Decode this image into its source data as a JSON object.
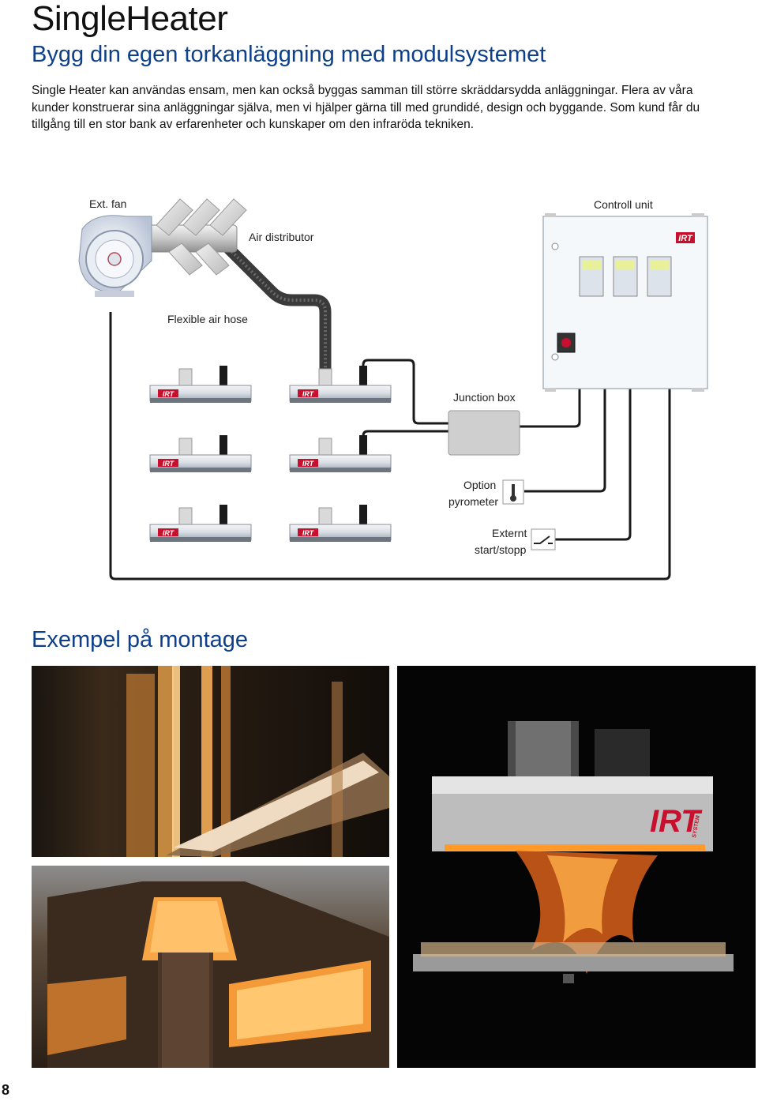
{
  "page": {
    "title": "SingleHeater",
    "subtitle": "Bygg din egen torkanläggning med modulsystemet",
    "intro": "Single Heater kan användas ensam, men kan också byggas samman till större skräddarsydda anläggningar. Flera av våra kunder konstruerar sina anläggningar själva, men vi hjälper gärna till med grundidé, design och byggande. Som kund får du tillgång till en stor bank av erfarenheter och kunskaper om den infraröda tekniken.",
    "section_title": "Exempel på montage",
    "page_number": "8"
  },
  "diagram": {
    "labels": {
      "fan": "Ext. fan",
      "air_distributor": "Air distributor",
      "hose": "Flexible air hose",
      "control_unit": "Controll unit",
      "junction_box": "Junction box",
      "pyrometer_1": "Option",
      "pyrometer_2": "pyrometer",
      "start_stop_1": "Externt",
      "start_stop_2": "start/stopp"
    },
    "brand": "IRT",
    "heater_count": 6,
    "colors": {
      "brand_red": "#c8102e",
      "heading_blue": "#0d3f8a",
      "cable": "#1a1a1a"
    }
  },
  "photos": {
    "brand": "IRT",
    "brand_sub": "SYSTEM"
  }
}
